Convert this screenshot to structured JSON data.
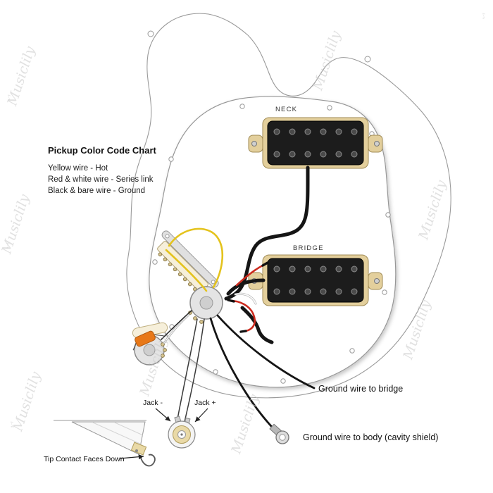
{
  "watermark": {
    "text": "Musiclily",
    "glyph": "♪"
  },
  "legend": {
    "title": "Pickup Color Code Chart",
    "lines": [
      "Yellow wire - Hot",
      "Red & white wire - Series link",
      "Black & bare wire - Ground"
    ]
  },
  "pickups": {
    "neck_label": "NECK",
    "bridge_label": "BRIDGE"
  },
  "callouts": {
    "jack_minus": "Jack -",
    "jack_plus": "Jack +",
    "ground_bridge": "Ground wire to bridge",
    "ground_body": "Ground wire to body (cavity shield)",
    "tip_contact": "Tip Contact Faces Down"
  },
  "colors": {
    "hot_yellow": "#e4c31d",
    "series_red": "#cc2a1e",
    "ground_black": "#151515",
    "pickup_cream": "#e3cf9c",
    "bobbin_black": "#1c1c1c",
    "capacitor_orange": "#e87818",
    "outline_gray": "#9a9a9a",
    "watermark_gray": "#c9c9c9"
  }
}
